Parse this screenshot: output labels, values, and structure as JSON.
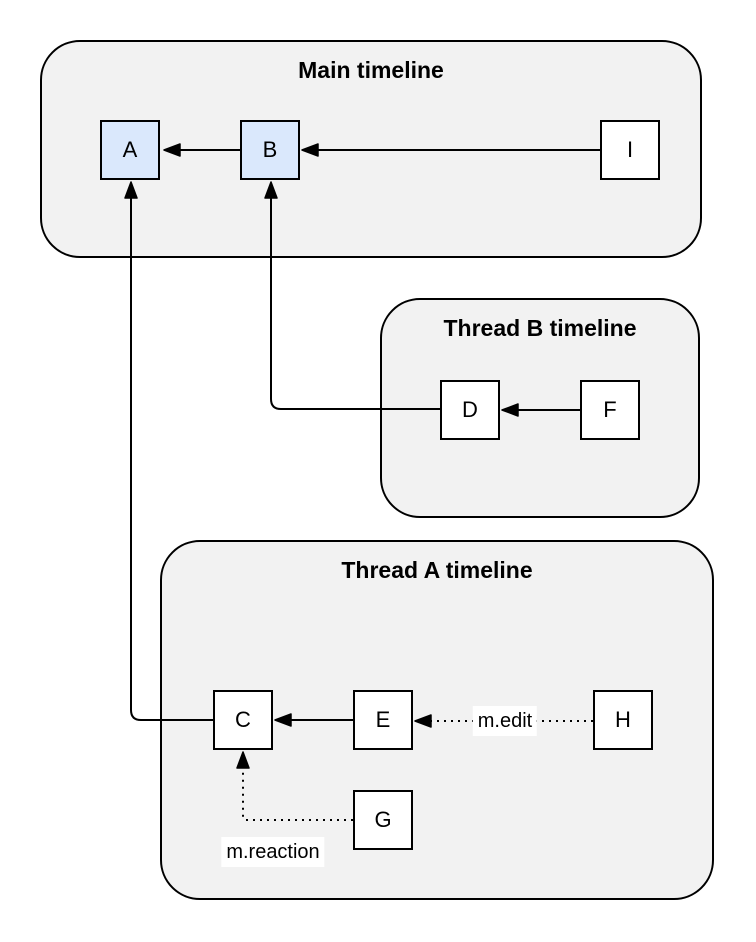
{
  "diagram": {
    "containers": [
      {
        "id": "main-timeline",
        "title": "Main timeline"
      },
      {
        "id": "thread-b-timeline",
        "title": "Thread B timeline"
      },
      {
        "id": "thread-a-timeline",
        "title": "Thread A timeline"
      }
    ],
    "nodes": [
      {
        "id": "A",
        "label": "A",
        "highlighted": true
      },
      {
        "id": "B",
        "label": "B",
        "highlighted": true
      },
      {
        "id": "I",
        "label": "I",
        "highlighted": false
      },
      {
        "id": "D",
        "label": "D",
        "highlighted": false
      },
      {
        "id": "F",
        "label": "F",
        "highlighted": false
      },
      {
        "id": "C",
        "label": "C",
        "highlighted": false
      },
      {
        "id": "E",
        "label": "E",
        "highlighted": false
      },
      {
        "id": "H",
        "label": "H",
        "highlighted": false
      },
      {
        "id": "G",
        "label": "G",
        "highlighted": false
      }
    ],
    "edges": [
      {
        "from": "B",
        "to": "A",
        "style": "solid",
        "label": ""
      },
      {
        "from": "I",
        "to": "B",
        "style": "solid",
        "label": ""
      },
      {
        "from": "F",
        "to": "D",
        "style": "solid",
        "label": ""
      },
      {
        "from": "E",
        "to": "C",
        "style": "solid",
        "label": ""
      },
      {
        "from": "D",
        "to": "B",
        "style": "solid",
        "label": ""
      },
      {
        "from": "C",
        "to": "A",
        "style": "solid",
        "label": ""
      },
      {
        "from": "H",
        "to": "E",
        "style": "dotted",
        "label": "m.edit"
      },
      {
        "from": "G",
        "to": "C",
        "style": "dotted",
        "label": "m.reaction"
      }
    ],
    "colors": {
      "container_fill": "#f2f2f2",
      "container_border": "#000000",
      "node_fill": "#ffffff",
      "node_highlight_fill": "#dae8fc",
      "node_border": "#000000",
      "edge": "#000000",
      "label_background": "#ffffff",
      "text": "#000000"
    }
  }
}
